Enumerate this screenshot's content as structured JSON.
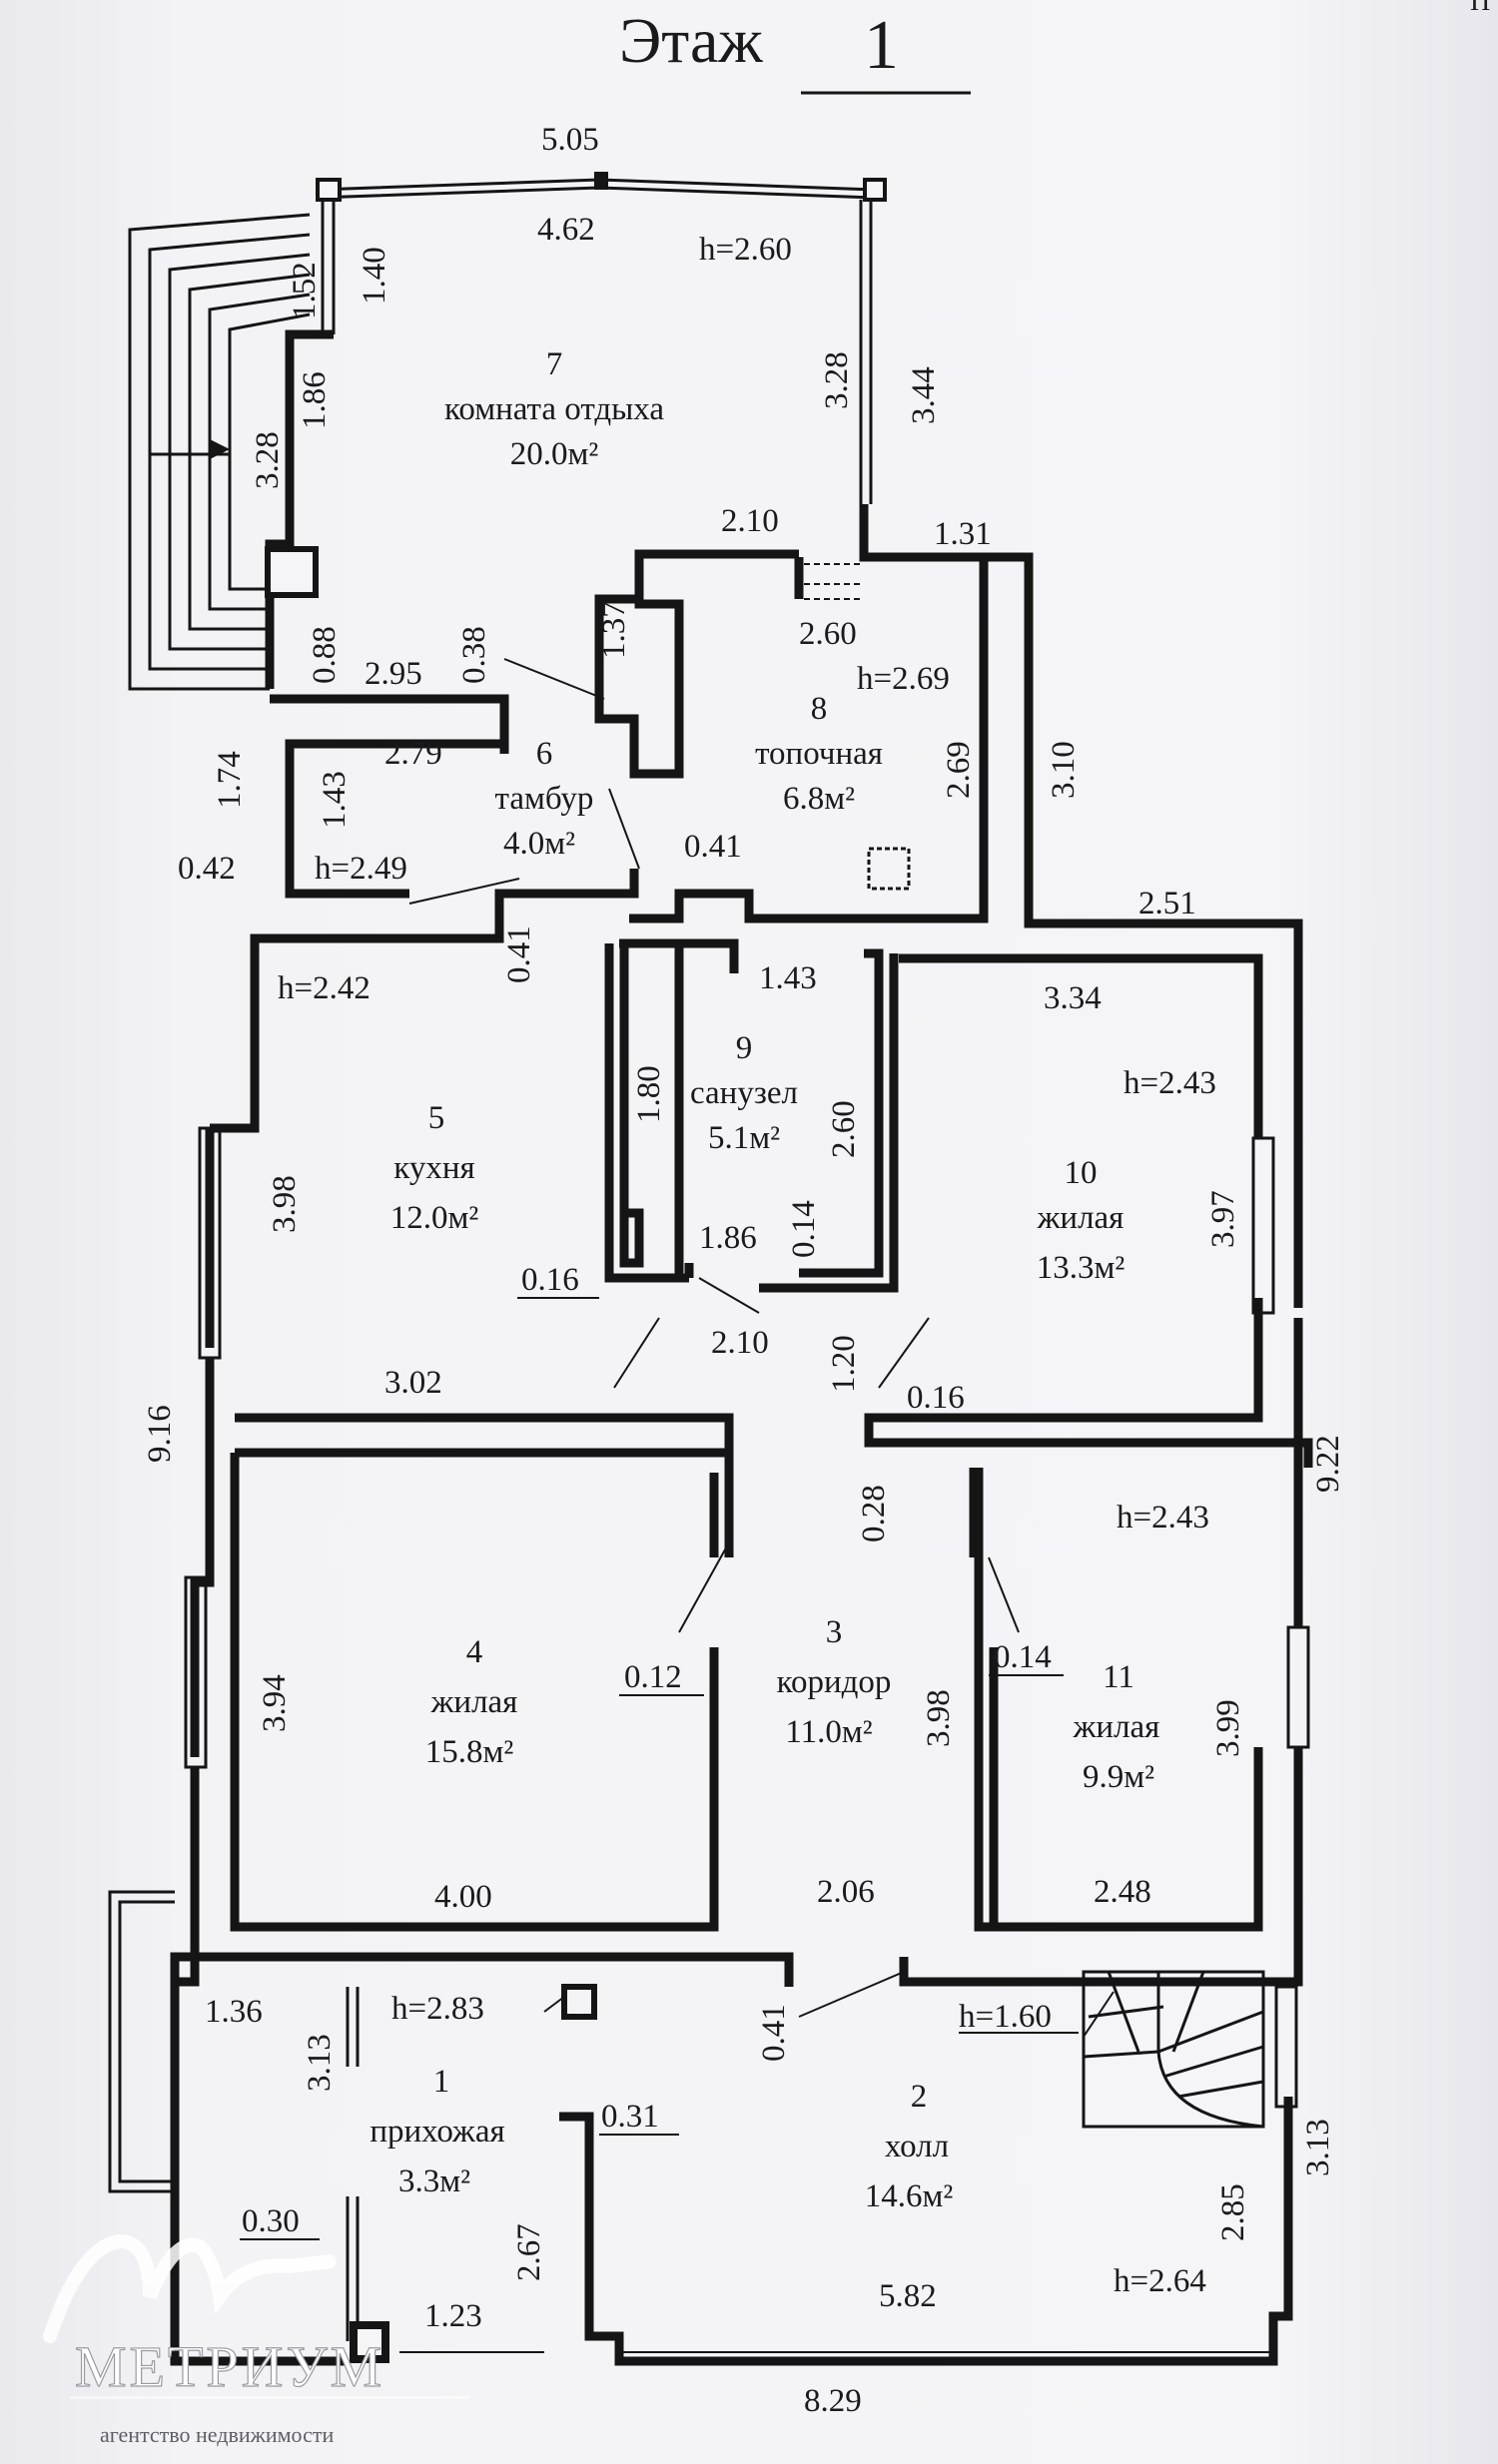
{
  "header": {
    "label": "Этаж",
    "number": "1",
    "corner_mark": "П"
  },
  "rooms": [
    {
      "num": "7",
      "name": "комната отдыха",
      "area": "20.0м²"
    },
    {
      "num": "8",
      "name": "топочная",
      "area": "6.8м²"
    },
    {
      "num": "6",
      "name": "тамбур",
      "area": "4.0м²"
    },
    {
      "num": "5",
      "name": "кухня",
      "area": "12.0м²"
    },
    {
      "num": "9",
      "name": "санузел",
      "area": "5.1м²"
    },
    {
      "num": "10",
      "name": "жилая",
      "area": "13.3м²"
    },
    {
      "num": "4",
      "name": "жилая",
      "area": "15.8м²"
    },
    {
      "num": "3",
      "name": "коридор",
      "area": "11.0м²"
    },
    {
      "num": "11",
      "name": "жилая",
      "area": "9.9м²"
    },
    {
      "num": "1",
      "name": "прихожая",
      "area": "3.3м²"
    },
    {
      "num": "2",
      "name": "холл",
      "area": "14.6м²"
    }
  ],
  "heights": [
    "h=2.60",
    "h=2.69",
    "h=2.49",
    "h=2.42",
    "h=2.43",
    "h=2.43",
    "h=2.83",
    "h=1.60",
    "h=2.64"
  ],
  "dims": [
    "5.05",
    "4.62",
    "1.40",
    "1.52",
    "1.86",
    "3.28",
    "3.28",
    "3.44",
    "2.10",
    "1.31",
    "1.37",
    "2.60",
    "0.88",
    "0.38",
    "2.95",
    "2.79",
    "1.43",
    "1.74",
    "0.42",
    "0.41",
    "2.69",
    "3.10",
    "2.51",
    "0.41",
    "1.43",
    "3.34",
    "1.80",
    "2.60",
    "3.98",
    "0.14",
    "1.86",
    "0.16",
    "2.10",
    "1.20",
    "0.16",
    "3.97",
    "3.02",
    "9.16",
    "9.22",
    "0.28",
    "3.94",
    "0.12",
    "3.98",
    "0.14",
    "3.99",
    "4.00",
    "2.06",
    "2.48",
    "1.36",
    "3.13",
    "0.41",
    "0.31",
    "0.30",
    "2.67",
    "1.23",
    "5.82",
    "2.85",
    "3.13",
    "8.29"
  ],
  "watermark": {
    "brand": "МЕТРИУМ",
    "tagline": "агентство недвижимости"
  },
  "colors": {
    "ink": "#151515",
    "paper": "#f3f3f6",
    "watermark": "#ffffff"
  }
}
